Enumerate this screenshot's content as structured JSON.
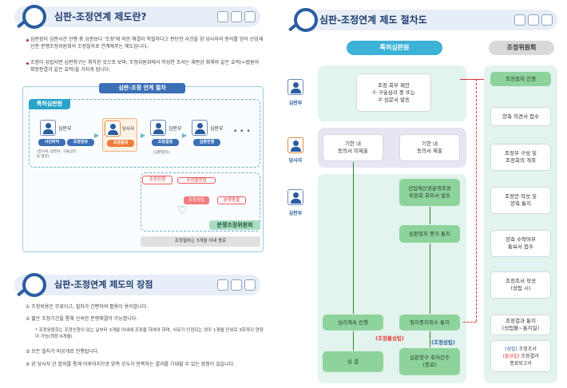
{
  "left": {
    "sec1": {
      "title": "심판-조정연계 제도란?",
      "p1": "심판장이 심판사건 진행 중 심판보다 '조정'에 의한 해결이 적절하다고 판단한 사건을 양 당사자의 동의를 얻어 산업재산권 분쟁조정위원회의 조정절차로 연계해주는 제도입니다.",
      "p2": "조정이 성립되면 심판청구는 취하된 것으로 보며, 조정위원회에서 작성한 조서는 재판상 화해와 같은 효력(=법원의 확정판결과 같은 효력)을 가지게 됩니다."
    },
    "flow": {
      "title": "심판-조정 연계 절차",
      "tribunal": "특허심판원",
      "judge": "심판부",
      "party": "당사자",
      "b1": "사건파악",
      "b2": "조정권유",
      "b3": "조정동의",
      "b4": "조정결정",
      "b5": "심판진행",
      "note1": "(청구서, 답변서, 구술심리 등 참조)",
      "note2": "(심판정지)",
      "c1": "조정진행",
      "c2": "조정불성립",
      "c3": "조정성립",
      "c4": "분쟁종결",
      "committee": "분쟁조정위원회",
      "footer": "조정절차는 3개월 이내 종료"
    },
    "sec2": {
      "title": "심판-조정연계 제도의 장점",
      "i1": "① 조정비용은 무료이고, 절차가 간편하여 활용이 용이합니다.",
      "i2": "② 짧은 조정기간을 통해 신속한 분쟁해결이 가능합니다.",
      "i2n": "* 조정위원회는 조정신청이 있는 날부터 3개월 이내에 조정을 하여야 하며, 사유가 인정되는 경우 1개월 단위로 3회까지 연장이 가능(최장 6개월)",
      "i3": "③ 모든 절차가 비공개로 진행됩니다.",
      "i4": "④ 양 당사자 간 합의를 통해 이루어지므로 양측 모두가 만족하는 결과를 기대할 수 있는 장점이 있습니다."
    }
  },
  "right": {
    "title": "심판-조정연계 제도 절차도",
    "col1": "특허심판원",
    "col2": "조정위원회",
    "judge": "심판부",
    "party": "당사자",
    "s1": [
      "조정 회부 제안",
      "① 구술심리 중 또는",
      "② 심문서 발송"
    ],
    "s2a": [
      "기한 내",
      "동의서 미제출"
    ],
    "s2b": [
      "기한 내",
      "동의서 제출"
    ],
    "s3": [
      "산업재산권분쟁조정",
      "위원회 회부서 발송"
    ],
    "s4": "심판절차 중지 통지",
    "s5a": "심리계속 진행",
    "s5b": "절차중지취소 통지",
    "lbl_fail": "(조정불성립)",
    "lbl_ok": "(조정성립)",
    "s6a": "심 결",
    "s6b": [
      "심판청구 취하간주",
      "(종료)"
    ],
    "r": [
      "조정절차 진행",
      "양측 의견서 접수",
      [
        "조정부 구성 및",
        "조정회의 개최"
      ],
      [
        "조정안 작성 및",
        "양측 통지"
      ],
      [
        "양측 수락여부",
        "통보서 접수"
      ],
      [
        "조정조서 작성",
        "(성립 시)"
      ],
      [
        "조정결과 통지",
        "(성립불~통지일)"
      ]
    ],
    "r8a": "(성립)",
    "r8b": "조정조서",
    "r8c": "(불성립)",
    "r8d": "조정결과",
    "r8e": "종료보고서"
  }
}
